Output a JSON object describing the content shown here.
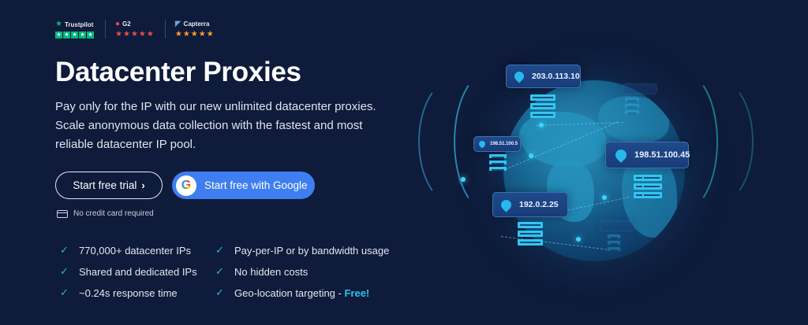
{
  "ratings": [
    {
      "brand": "Trustpilot",
      "logo": "trustpilot-star-icon",
      "stars": 5,
      "color": "#00b67a"
    },
    {
      "brand": "G2",
      "logo": "g2-logo-icon",
      "stars": 5,
      "color": "#ef4a4a"
    },
    {
      "brand": "Capterra",
      "logo": "capterra-arrow-icon",
      "stars": 5,
      "color": "#ff9d28"
    }
  ],
  "hero": {
    "title": "Datacenter Proxies",
    "description": "Pay only for the IP with our new unlimited datacenter proxies. Scale anonymous data collection with the fastest and most reliable datacenter IP pool.",
    "primary_cta": "Start free trial",
    "google_cta": "Start free with Google",
    "no_card_note": "No credit card required"
  },
  "features": [
    {
      "text": "770,000+ datacenter IPs"
    },
    {
      "text": "Pay-per-IP or by bandwidth usage"
    },
    {
      "text": "Shared and dedicated IPs"
    },
    {
      "text": "No hidden costs"
    },
    {
      "text": "~0.24s response time"
    },
    {
      "text": "Geo-location targeting - ",
      "highlight": "Free!"
    }
  ],
  "illustration": {
    "ip_tags": [
      "203.0.113.10",
      "198.51.100.5",
      "198.51.100.45",
      "192.0.2.25"
    ]
  },
  "colors": {
    "background": "#0e1b3a",
    "accent": "#29b6e6",
    "google_button": "#3f7ef0"
  }
}
